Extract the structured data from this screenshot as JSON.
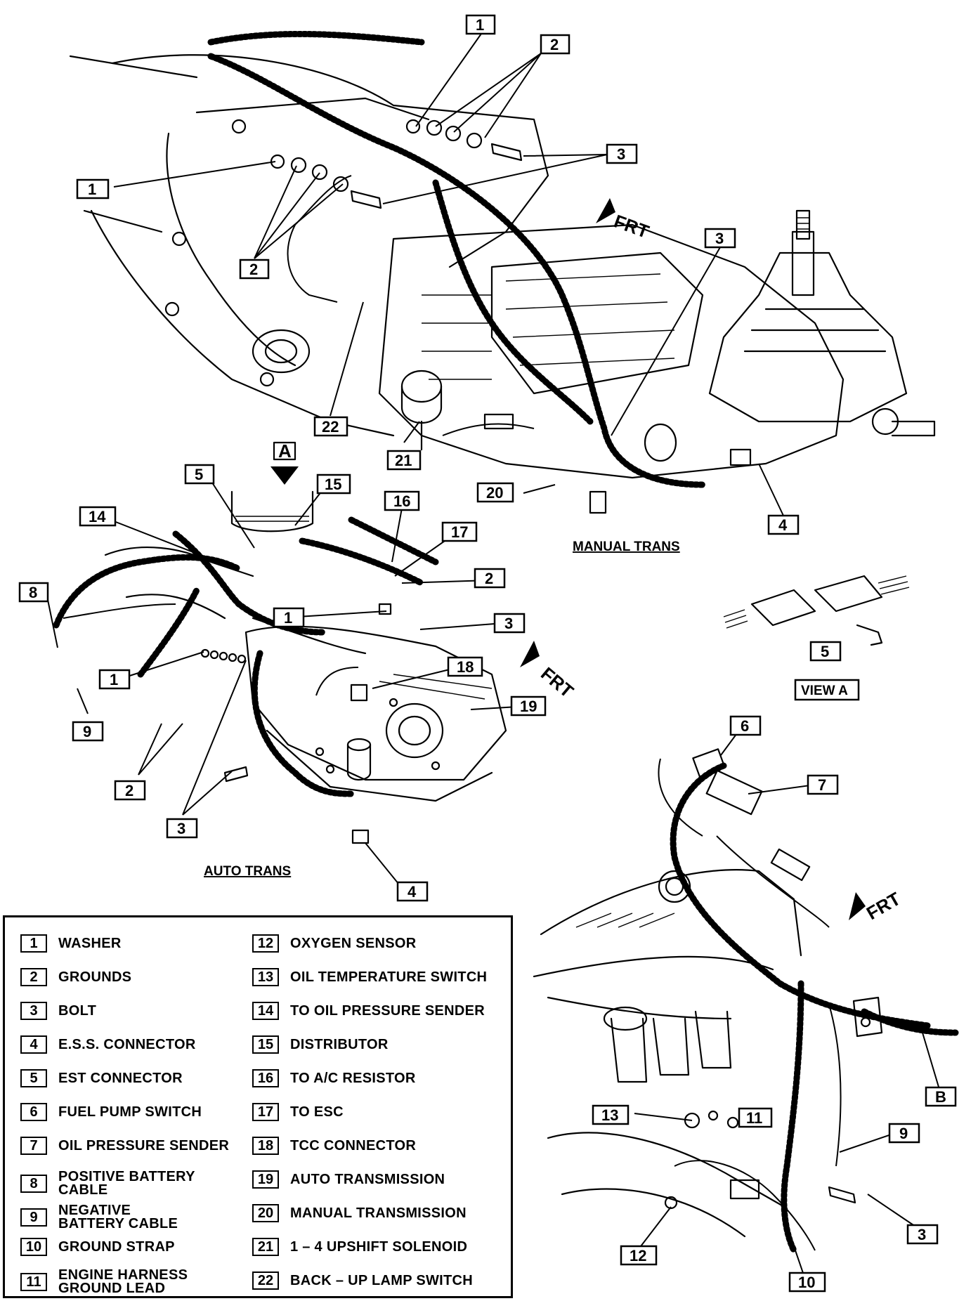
{
  "diagram": {
    "section_labels": {
      "manual": "MANUAL TRANS",
      "auto": "AUTO TRANS",
      "view": "VIEW A",
      "view_letter": "A"
    },
    "frt_label": "FRT",
    "callouts": [
      "1",
      "2",
      "3",
      "1",
      "2",
      "3",
      "3",
      "22",
      "21",
      "20",
      "4",
      "5",
      "15",
      "14",
      "16",
      "17",
      "8",
      "2",
      "1",
      "3",
      "1",
      "18",
      "19",
      "9",
      "2",
      "3",
      "4",
      "5",
      "6",
      "7",
      "B",
      "11",
      "13",
      "9",
      "3",
      "12",
      "10"
    ]
  },
  "legend": {
    "items": [
      {
        "num": "1",
        "text": "WASHER"
      },
      {
        "num": "2",
        "text": "GROUNDS"
      },
      {
        "num": "3",
        "text": "BOLT"
      },
      {
        "num": "4",
        "text": "E.S.S. CONNECTOR"
      },
      {
        "num": "5",
        "text": "EST CONNECTOR"
      },
      {
        "num": "6",
        "text": "FUEL PUMP SWITCH"
      },
      {
        "num": "7",
        "text": "OIL PRESSURE SENDER"
      },
      {
        "num": "8",
        "text": "POSITIVE BATTERY CABLE"
      },
      {
        "num": "9",
        "text": "NEGATIVE BATTERY CABLE"
      },
      {
        "num": "10",
        "text": "GROUND STRAP"
      },
      {
        "num": "11",
        "text": "ENGINE HARNESS GROUND LEAD"
      },
      {
        "num": "12",
        "text": "OXYGEN SENSOR"
      },
      {
        "num": "13",
        "text": "OIL TEMPERATURE SWITCH"
      },
      {
        "num": "14",
        "text": "TO OIL PRESSURE SENDER"
      },
      {
        "num": "15",
        "text": "DISTRIBUTOR"
      },
      {
        "num": "16",
        "text": "TO A/C RESISTOR"
      },
      {
        "num": "17",
        "text": "TO ESC"
      },
      {
        "num": "18",
        "text": "TCC CONNECTOR"
      },
      {
        "num": "19",
        "text": "AUTO TRANSMISSION"
      },
      {
        "num": "20",
        "text": "MANUAL TRANSMISSION"
      },
      {
        "num": "21",
        "text": "1 – 4 UPSHIFT SOLENOID"
      },
      {
        "num": "22",
        "text": "BACK – UP LAMP SWITCH"
      }
    ]
  }
}
